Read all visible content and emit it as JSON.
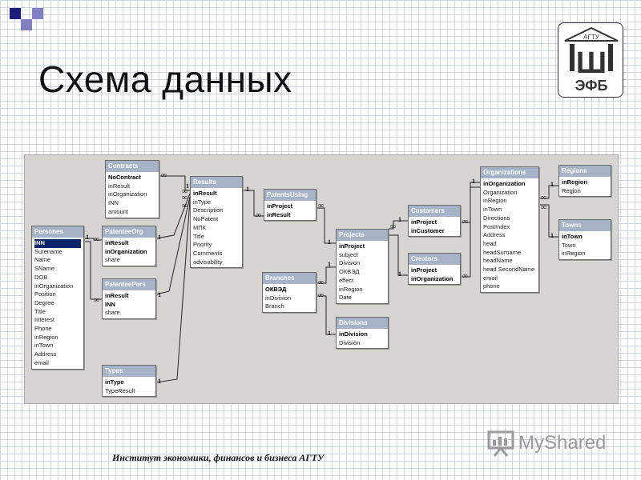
{
  "title": "Схема данных",
  "footer": "Институт экономики, финансов и бизнеса АГТУ",
  "logo": {
    "top_text": "АГТУ",
    "mark": "Ш",
    "bottom_text": "ЭФБ"
  },
  "watermark": "MyShared",
  "colors": {
    "header": "#a6b3c7",
    "panel": "#d6d5d1",
    "selection": "#0a246a",
    "square_dark": "#1c1c7a",
    "square_light": "#8080c0"
  },
  "tables": [
    {
      "id": "contracts",
      "name": "Contracts",
      "fields": [
        "NoContract",
        "inResult",
        "inOrganization",
        "INN",
        "amount"
      ],
      "pk": [
        0
      ]
    },
    {
      "id": "results",
      "name": "Results",
      "fields": [
        "inResult",
        "inType",
        "Description",
        "NoPatent",
        "МПК",
        "Title",
        "Priority",
        "Comments",
        "advisability"
      ],
      "pk": [
        0
      ]
    },
    {
      "id": "patentsusing",
      "name": "PatentsUsing",
      "fields": [
        "inProject",
        "inResult"
      ],
      "pk": [
        0,
        1
      ]
    },
    {
      "id": "organizations",
      "name": "Organizations",
      "fields": [
        "inOrganization",
        "Organization",
        "inRegion",
        "inTown",
        "Directions",
        "PostIndex",
        "Address",
        "head",
        "headSurname",
        "headName",
        "head SecondName",
        "email",
        "phone"
      ],
      "pk": [
        0
      ]
    },
    {
      "id": "regions",
      "name": "Regions",
      "fields": [
        "inRegion",
        "Region"
      ],
      "pk": [
        0
      ]
    },
    {
      "id": "persones",
      "name": "Persones",
      "fields": [
        "INN",
        "Surename",
        "Name",
        "SName",
        "DOB",
        "inOrganization",
        "Position",
        "Degree",
        "Title",
        "Interest",
        "Phone",
        "inRegion",
        "inTown",
        "Address",
        "email"
      ],
      "pk": [
        0
      ],
      "sel": [
        0
      ]
    },
    {
      "id": "patenteeorg",
      "name": "PatenteeOrg",
      "fields": [
        "inResult",
        "inOrganization",
        "share"
      ],
      "pk": [
        0,
        1
      ]
    },
    {
      "id": "customers",
      "name": "Customers",
      "fields": [
        "inProject",
        "inCustomer"
      ],
      "pk": [
        0,
        1
      ]
    },
    {
      "id": "towns",
      "name": "Towns",
      "fields": [
        "inTown",
        "Town",
        "inRegion"
      ],
      "pk": [
        0
      ]
    },
    {
      "id": "projects",
      "name": "Projects",
      "fields": [
        "inProject",
        "subject",
        "Division",
        "ОКВЭД",
        "effect",
        "inRegion",
        "Date"
      ],
      "pk": [
        0
      ]
    },
    {
      "id": "creators",
      "name": "Creators",
      "fields": [
        "inProject",
        "inOrganization"
      ],
      "pk": [
        0,
        1
      ]
    },
    {
      "id": "patenteepers",
      "name": "PatenteePers",
      "fields": [
        "inResult",
        "INN",
        "share"
      ],
      "pk": [
        0,
        1
      ]
    },
    {
      "id": "branches",
      "name": "Branches",
      "fields": [
        "ОКВЭД",
        "inDivision",
        "Branch"
      ],
      "pk": [
        0
      ]
    },
    {
      "id": "divisions",
      "name": "Divisions",
      "fields": [
        "inDivision",
        "Division"
      ],
      "pk": [
        0
      ]
    },
    {
      "id": "types",
      "name": "Types",
      "fields": [
        "inType",
        "TypeResult"
      ],
      "pk": [
        0
      ]
    }
  ],
  "cardinality": {
    "one": "1",
    "many": "∞"
  }
}
